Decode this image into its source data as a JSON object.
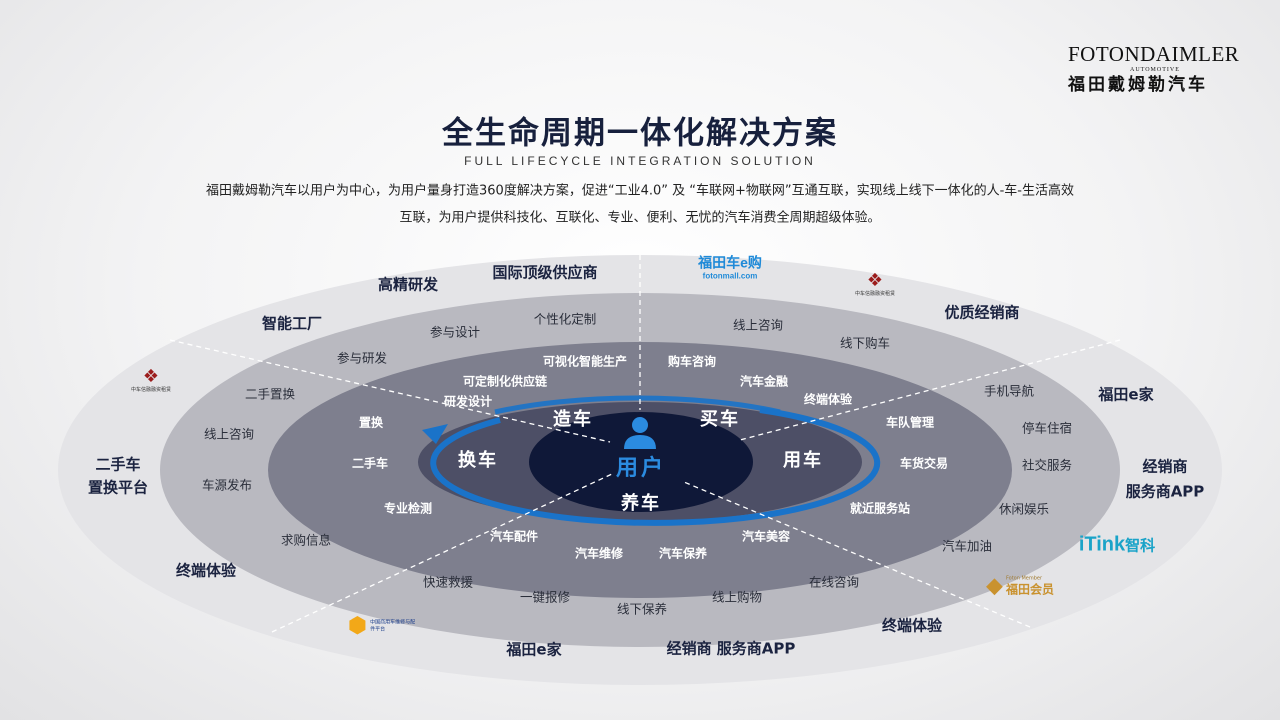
{
  "header": {
    "brand_en": "FOTONDAIMLER",
    "brand_sub": "AUTOMOTIVE",
    "brand_cn": "福田戴姆勒汽车",
    "title": "全生命周期一体化解决方案",
    "subtitle": "FULL LIFECYCLE INTEGRATION SOLUTION",
    "desc_line1": "福田戴姆勒汽车以用户为中心，为用户量身打造360度解决方案，促进“工业4.0” 及 “车联网+物联网”互通互联，实现线上线下一体化的人-车-生活高效",
    "desc_line2": "互联，为用户提供科技化、互联化、专业、便利、无忧的汽车消费全周期超级体验。"
  },
  "core": {
    "user": "用户",
    "make": "造车",
    "buy": "买车",
    "use": "用车",
    "maintain": "养车",
    "replace": "换车"
  },
  "ring3": [
    "可视化智能生产",
    "可定制化供应链",
    "研发设计",
    "购车咨询",
    "汽车金融",
    "终端体验",
    "车队管理",
    "车货交易",
    "就近服务站",
    "汽车美容",
    "汽车保养",
    "汽车维修",
    "汽车配件",
    "专业检测",
    "二手车",
    "置换"
  ],
  "ring2": [
    "个性化定制",
    "参与设计",
    "参与研发",
    "线上咨询",
    "线下购车",
    "手机导航",
    "停车住宿",
    "社交服务",
    "休闲娱乐",
    "汽车加油",
    "在线咨询",
    "线上购物",
    "线下保养",
    "一键报修",
    "快速救援",
    "求购信息",
    "车源发布",
    "线上咨询",
    "二手置换"
  ],
  "ring1": [
    "国际顶级供应商",
    "高精研发",
    "智能工厂",
    "优质经销商",
    "福田e家",
    "经销商",
    "服务商APP",
    "终端体验",
    "经销商  服务商APP",
    "福田e家",
    "终端体验",
    "二手车",
    "置换平台"
  ],
  "logos": {
    "emall_cn": "福田车e购",
    "emall_en": "fotonmall.com",
    "leasing": "中车信融融资租赁",
    "itink": "iTink",
    "itink_cn": "智科",
    "member": "福田会员",
    "member_en": "Foton Member",
    "platform": "中国商用车维修与配件平台"
  },
  "colors": {
    "accent": "#1a73c9",
    "core": "#0f1838",
    "title": "#17203d"
  }
}
